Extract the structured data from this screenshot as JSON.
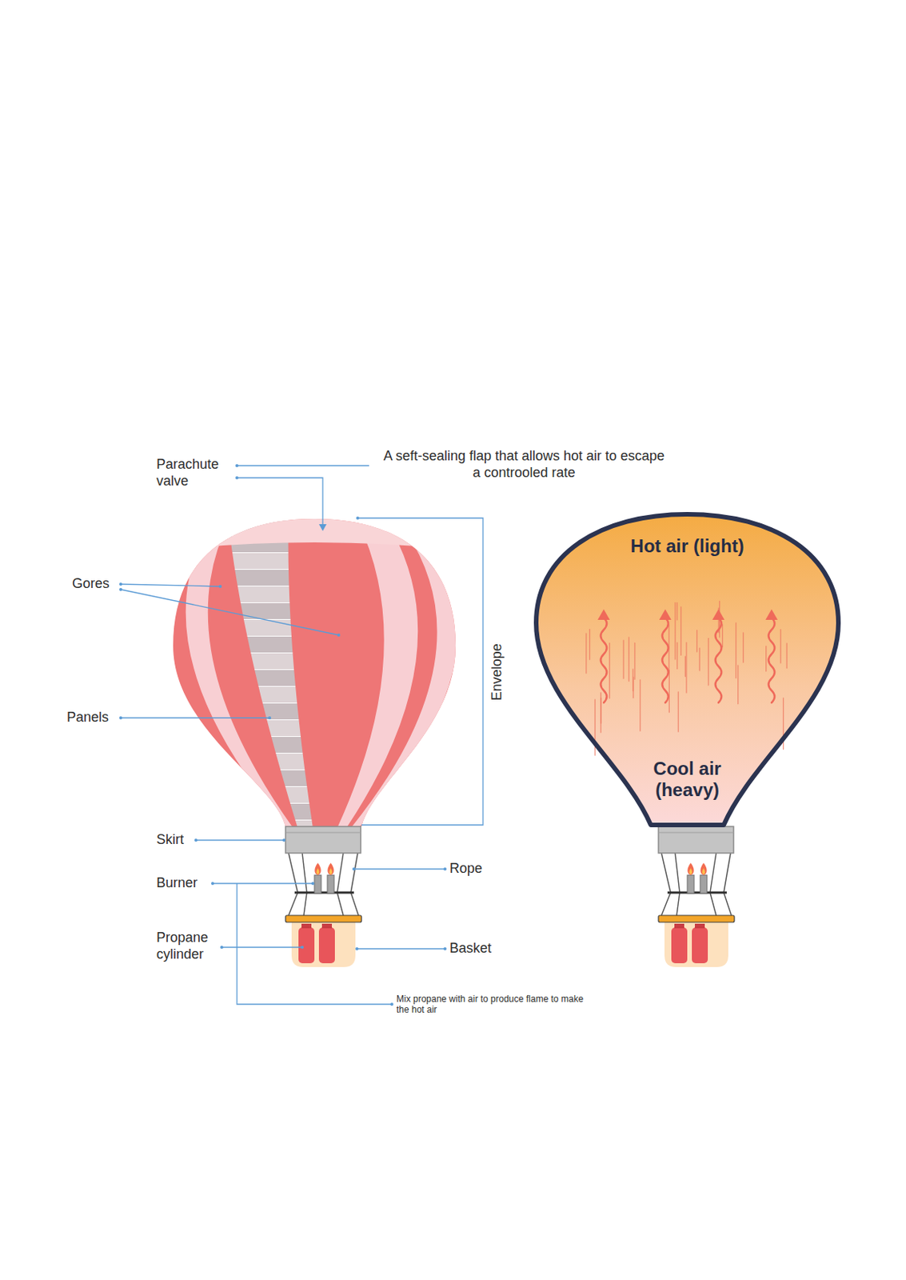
{
  "diagram": {
    "nodes": [
      {
        "text": [
          "Hot air (light)",
          "Cool air (heavy)"
        ]
      }
    ],
    "labels": [
      "Parachute valve",
      "A seft-sealing flap that allows hot air to escape a controoled rate",
      "Envelope",
      "Gores",
      "Panels",
      "Skirt",
      "Rope",
      "Burner",
      "Propane cylinder",
      "Basket",
      "Mix propane with air to produce flame to make the hot air"
    ]
  }
}
